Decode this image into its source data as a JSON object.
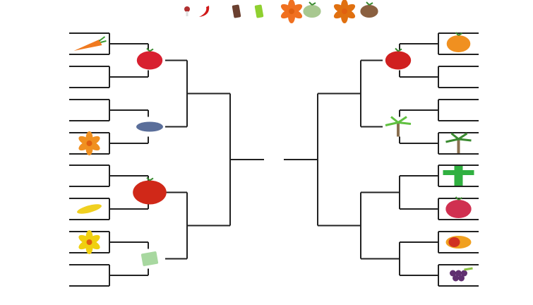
{
  "colors": {
    "line": "#222222",
    "background": "#ffffff"
  },
  "top_row": [
    {
      "icon": "mushroom",
      "color": "#b03030"
    },
    {
      "icon": "chili",
      "color": "#d01818"
    },
    {
      "icon": "chocolate",
      "color": "#6b4030"
    },
    {
      "icon": "green-leaf",
      "color": "#8fd030"
    },
    {
      "icon": "orange-flower",
      "color": "#f07020"
    },
    {
      "icon": "custard-apple",
      "color": "#a8c890"
    },
    {
      "icon": "fire",
      "color": "#e07010"
    },
    {
      "icon": "pinecone",
      "color": "#8a6040"
    }
  ],
  "left": {
    "round1": [
      {
        "icon": "carrot",
        "color": "#f07a20"
      },
      null,
      null,
      {
        "icon": "orange-flower",
        "color": "#f09020"
      },
      null,
      {
        "icon": "corn",
        "color": "#f0d020"
      },
      {
        "icon": "daffodil",
        "color": "#f0d010"
      },
      null
    ],
    "round2": [
      {
        "icon": "strawberry",
        "color": "#d82030"
      },
      {
        "icon": "blueberry",
        "color": "#5a6e9a"
      },
      {
        "icon": "tomato",
        "color": "#d02818"
      },
      {
        "icon": "cabbage",
        "color": "#a8d8a0"
      }
    ]
  },
  "right": {
    "round1": [
      {
        "icon": "pumpkin",
        "color": "#f09020"
      },
      null,
      null,
      {
        "icon": "palm-tree",
        "color": "#3a8a30"
      },
      {
        "icon": "cactus",
        "color": "#30b040"
      },
      {
        "icon": "dragon-fruit",
        "color": "#d03050"
      },
      {
        "icon": "mango",
        "color": "#f0a020"
      },
      {
        "icon": "grapes",
        "color": "#603070"
      }
    ],
    "round2": [
      {
        "icon": "apple",
        "color": "#d02020"
      },
      {
        "icon": "bamboo",
        "color": "#60c040"
      }
    ]
  }
}
